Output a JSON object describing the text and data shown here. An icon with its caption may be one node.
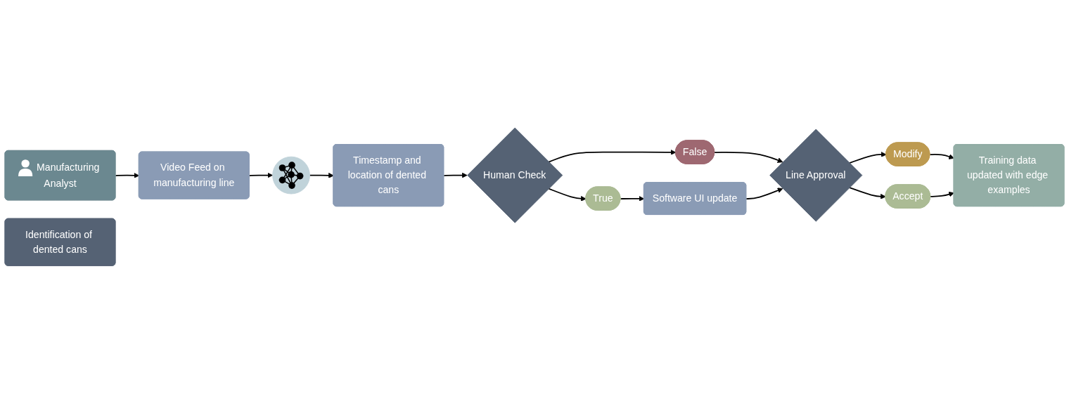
{
  "diagram": {
    "nodes": [
      {
        "text": [
          "Manufacturing Analyst"
        ]
      },
      {
        "text": [
          "Video Feed on manufacturing line"
        ]
      },
      {
        "text": [],
        "shape": "picture"
      },
      {
        "text": [
          "Identification of dented cans"
        ]
      },
      {
        "text": [
          "Timestamp and location of dented cans"
        ]
      },
      {
        "text": [
          "Human Check"
        ]
      },
      {
        "text": [
          "True"
        ]
      },
      {
        "text": [
          "Software UI update"
        ]
      },
      {
        "text": [
          "False"
        ]
      },
      {
        "text": [
          "Line Approval"
        ]
      },
      {
        "text": [
          "Modify"
        ]
      },
      {
        "text": [
          "Accept"
        ]
      },
      {
        "text": [
          "Training data updated with edge examples"
        ]
      }
    ],
    "edges": [
      {
        "from": 0,
        "to": 1,
        "arrow": "to"
      },
      {
        "from": 1,
        "to": 2,
        "arrow": "to"
      },
      {
        "from": 2,
        "to": 4,
        "arrow": "to"
      },
      {
        "from": 4,
        "to": 5,
        "arrow": "to"
      },
      {
        "from": 5,
        "to": 6,
        "arrow": "to"
      },
      {
        "from": 6,
        "to": 7,
        "arrow": "to"
      },
      {
        "from": 5,
        "to": 8,
        "arrow": "to"
      },
      {
        "from": 8,
        "to": 9,
        "arrow": "to"
      },
      {
        "from": 7,
        "to": 9,
        "arrow": "to"
      },
      {
        "from": 9,
        "to": 10,
        "arrow": "to"
      },
      {
        "from": 9,
        "to": 11,
        "arrow": "to"
      },
      {
        "from": 10,
        "to": 12,
        "arrow": "to"
      },
      {
        "from": 11,
        "to": 12,
        "arrow": "to"
      }
    ]
  }
}
